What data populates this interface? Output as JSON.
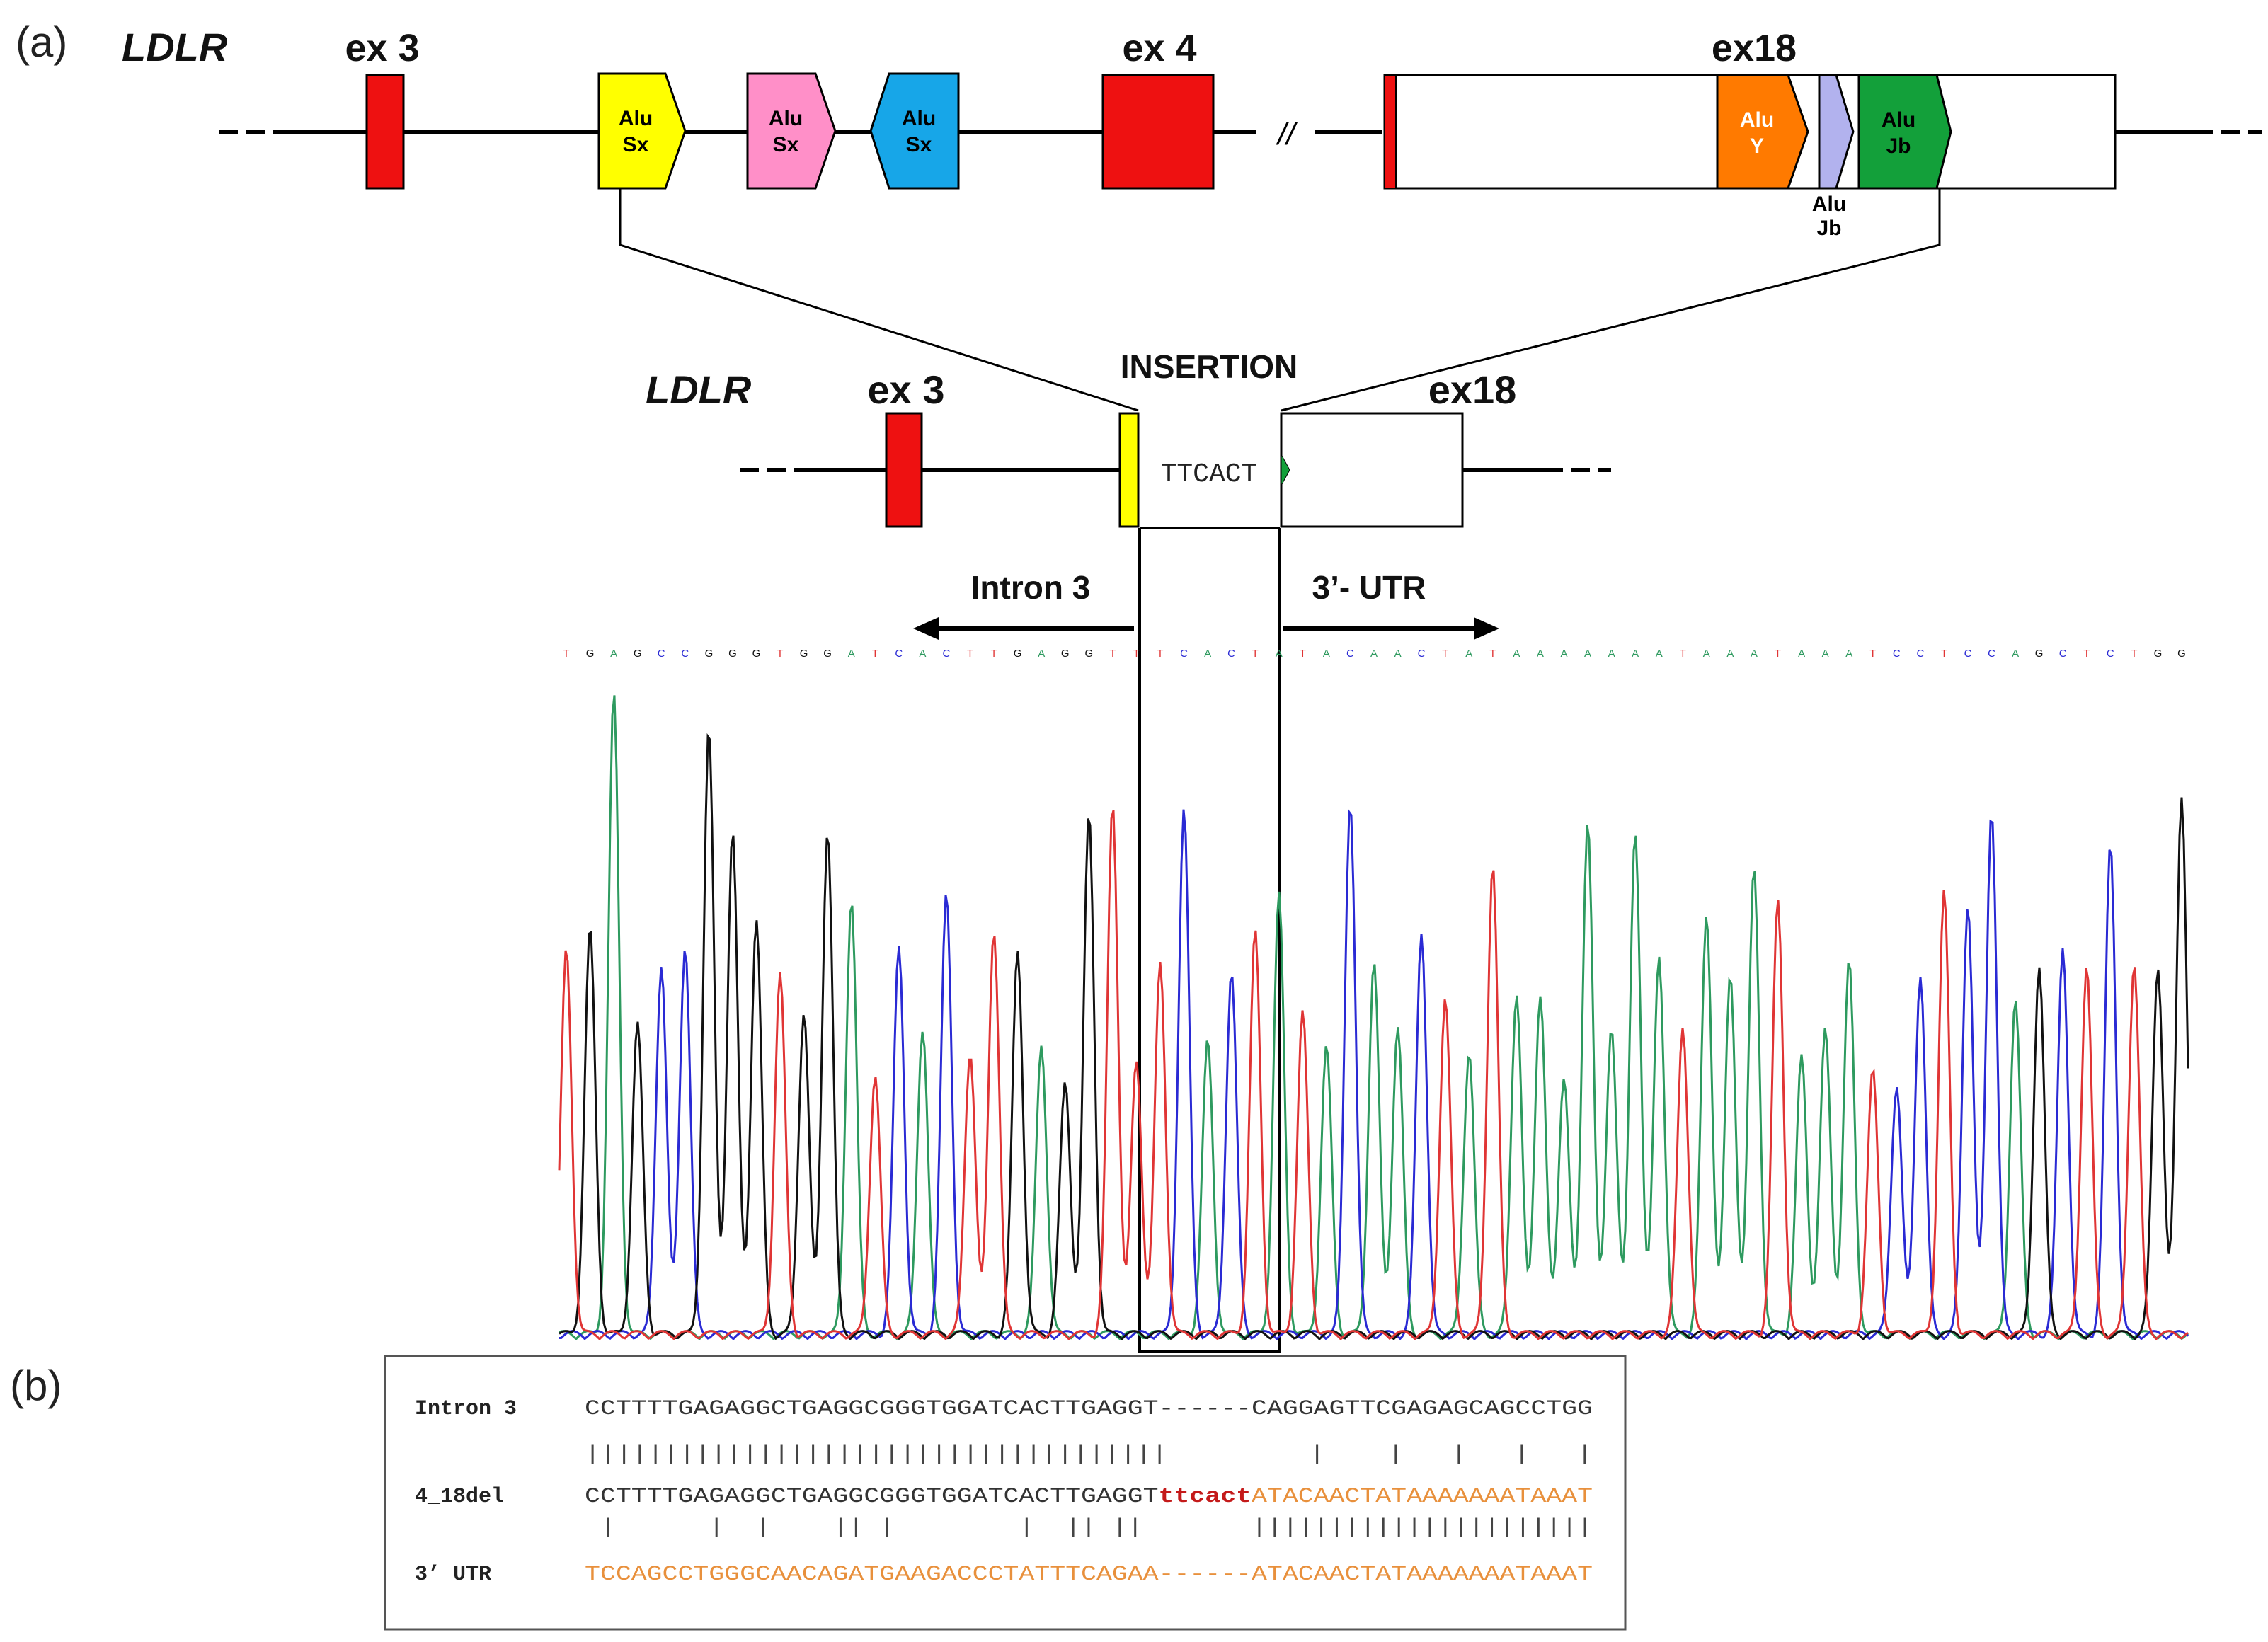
{
  "panel_a": {
    "panel_label": "(a)",
    "gene_label": "LDLR",
    "ex3_label": "ex 3",
    "ex4_label": "ex 4",
    "ex18_label": "ex18",
    "break_mark": "//",
    "alu_sx_1": [
      "Alu",
      "Sx"
    ],
    "alu_sx_2": [
      "Alu",
      "Sx"
    ],
    "alu_sx_3": [
      "Alu",
      "Sx"
    ],
    "alu_y": [
      "Alu",
      "Y"
    ],
    "alu_jb_small": [
      "Alu",
      "Jb"
    ],
    "alu_jb_large": [
      "Alu",
      "Jb"
    ],
    "insertion_title": "INSERTION",
    "deleted_gene_label": "LDLR",
    "deleted_ex3_label": "ex 3",
    "deleted_ex18_label": "ex18",
    "insertion_seq": "TTCACT",
    "intron_arrow_label": "Intron 3",
    "utr_arrow_label": "3’- UTR",
    "base_calls": "TGAGCCGGGTGGATCACTTGAGGTTTCACTATACAACTATAAAAAAATAAATAAATCCTCCAGCTCTGG",
    "colors": {
      "exon_red": "#ee1111",
      "alu_sx_yellow": "#ffff00",
      "alu_sx_pink": "#ff8fc8",
      "alu_sx_blue": "#17a6e8",
      "alu_y_orange": "#ff7a00",
      "alu_jb_lilac": "#b2b2ee",
      "alu_jb_green": "#13a03a",
      "trace_A": "#2e9a5f",
      "trace_C": "#2a2ad4",
      "trace_G": "#111111",
      "trace_T": "#e03535",
      "orange_text": "#e8903c",
      "red_text": "#c41a1a"
    }
  },
  "panel_b": {
    "panel_label": "(b)",
    "intron_label": "Intron 3",
    "intron_seq": "CCTTTTGAGAGGCTGAGGCGGGTGGATCACTTGAGGT------CAGGAGTTCGAGAGCAGCCTGG",
    "match_line_1": "|||||||||||||||||||||||||||||||||||||         |    |   |   |   |",
    "del_label": "4_18del",
    "del_seq_left": "CCTTTTGAGAGGCTGAGGCGGGTGGATCACTTGAGGT",
    "del_seq_insert": "ttcact",
    "del_seq_right": "ATACAACTATAAAAAAATAAAT",
    "match_line_2": " |      |  |    || |        |  || ||       ||||||||||||||||||||||",
    "utr_label": "3’ UTR",
    "utr_seq": "TCCAGCCTGGGCAACAGATGAAGACCCTATTTCAGAA------ATACAACTATAAAAAAATAAAT"
  }
}
